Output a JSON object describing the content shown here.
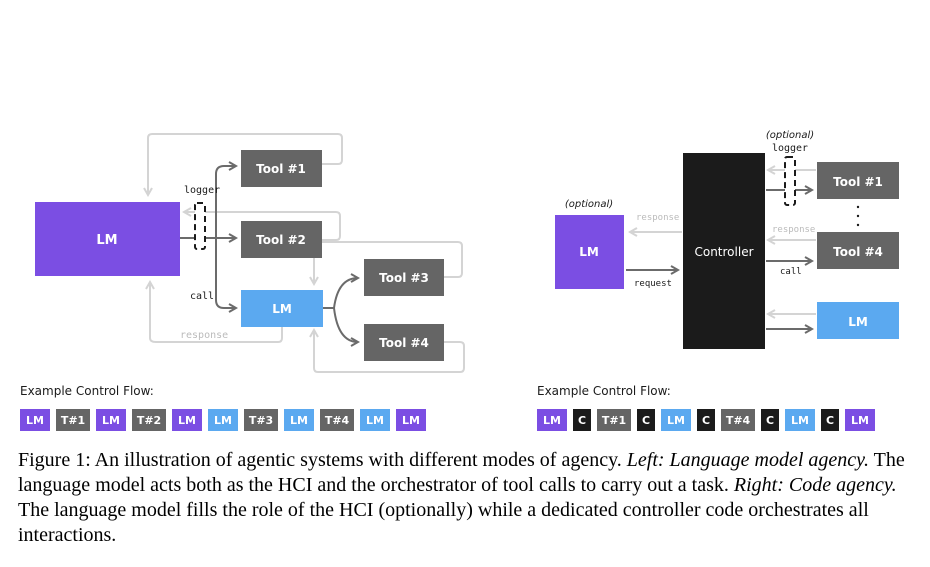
{
  "colors": {
    "purple": "#7b4ee3",
    "blue": "#5ba9f0",
    "gray": "#656565",
    "black": "#1b1b1b",
    "arrow": "#6b6b6b",
    "faint": "#d4d4d4"
  },
  "left": {
    "lm_main": "LM",
    "tool1": "Tool #1",
    "tool2": "Tool #2",
    "tool3": "Tool #3",
    "tool4": "Tool #4",
    "lm_sub": "LM",
    "logger": "logger",
    "call": "call",
    "response": "response",
    "flow_label": "Example Control Flow:",
    "flow": [
      {
        "label": "LM",
        "color": "purple"
      },
      {
        "label": "T#1",
        "color": "gray"
      },
      {
        "label": "LM",
        "color": "purple"
      },
      {
        "label": "T#2",
        "color": "gray"
      },
      {
        "label": "LM",
        "color": "purple"
      },
      {
        "label": "LM",
        "color": "blue"
      },
      {
        "label": "T#3",
        "color": "gray"
      },
      {
        "label": "LM",
        "color": "blue"
      },
      {
        "label": "T#4",
        "color": "gray"
      },
      {
        "label": "LM",
        "color": "blue"
      },
      {
        "label": "LM",
        "color": "purple"
      }
    ]
  },
  "right": {
    "optional_lm": "(optional)",
    "optional_logger": "(optional)",
    "logger": "logger",
    "lm": "LM",
    "controller": "Controller",
    "tool1": "Tool #1",
    "tool4": "Tool #4",
    "lm_blue": "LM",
    "response_left": "response",
    "request": "request",
    "response_right": "response",
    "call": "call",
    "flow_label": "Example Control Flow:",
    "flow": [
      {
        "label": "LM",
        "color": "purple"
      },
      {
        "label": "C",
        "color": "black"
      },
      {
        "label": "T#1",
        "color": "gray"
      },
      {
        "label": "C",
        "color": "black"
      },
      {
        "label": "LM",
        "color": "blue"
      },
      {
        "label": "C",
        "color": "black"
      },
      {
        "label": "T#4",
        "color": "gray"
      },
      {
        "label": "C",
        "color": "black"
      },
      {
        "label": "LM",
        "color": "blue"
      },
      {
        "label": "C",
        "color": "black"
      },
      {
        "label": "LM",
        "color": "purple"
      }
    ]
  },
  "caption": {
    "prefix": "Figure 1: An illustration of agentic systems with different modes of agency. ",
    "left_title": "Left: Language model agency.",
    "left_text": " The language model acts both as the HCI and the orchestrator of tool calls to carry out a task. ",
    "right_title": "Right: Code agency.",
    "right_text": " The language model fills the role of the HCI (optionally) while a dedicated controller code orchestrates all interactions."
  }
}
